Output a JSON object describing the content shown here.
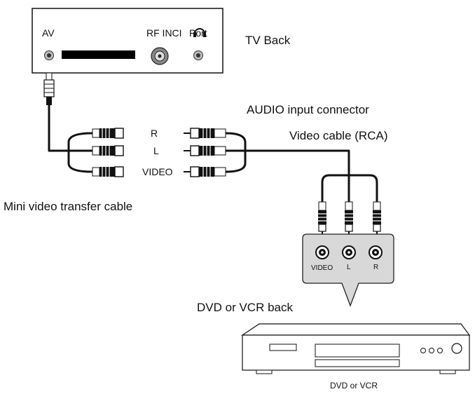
{
  "tv": {
    "title": "TV Back",
    "av_label": "AV",
    "rf_label": "RF INCI",
    "port_label": "Port"
  },
  "labels": {
    "audio_input": "AUDIO input connector",
    "video_cable": "Video cable (RCA)",
    "mini_cable": "Mini video transfer cable",
    "dvd_back": "DVD or VCR back",
    "dvd_device": "DVD or VCR"
  },
  "rca_rows": [
    "R",
    "L",
    "VIDEO"
  ],
  "panel_jacks": [
    "VIDEO",
    "L",
    "R"
  ],
  "colors": {
    "line": "#111111",
    "panel": "#d8d8d8",
    "jack": "#1a1a1a"
  }
}
